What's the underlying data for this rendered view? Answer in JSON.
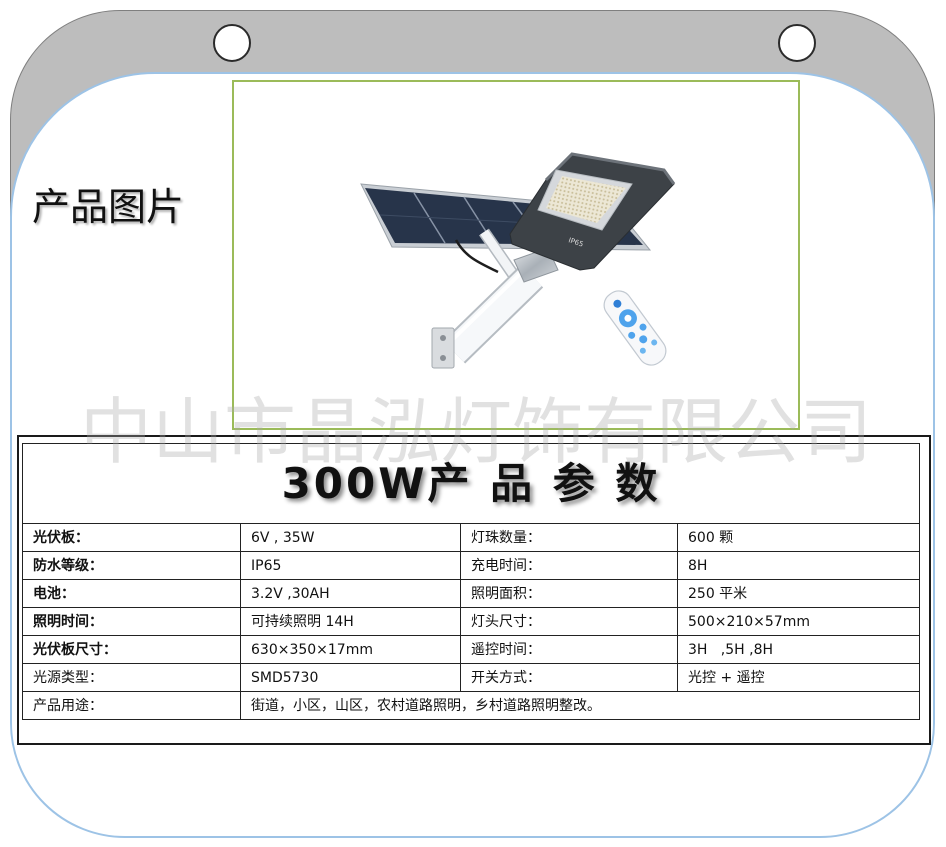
{
  "page": {
    "heading": "产品图片",
    "watermark": "中山市晶泓灯饰有限公司"
  },
  "product_image": {
    "lamp_label": "IP65"
  },
  "specs": {
    "title": "300W产 品 参 数",
    "rows": [
      {
        "label1": "光伏板：",
        "value1": "6V , 35W",
        "label2": "灯珠数量：",
        "value2": "600 颗"
      },
      {
        "label1": "防水等级：",
        "value1": "IP65",
        "label2": "充电时间：",
        "value2": "8H"
      },
      {
        "label1": "电池：",
        "value1": "3.2V ,30AH",
        "label2": "照明面积：",
        "value2": "250 平米"
      },
      {
        "label1": "照明时间：",
        "value1": "可持续照明 14H",
        "label2": "灯头尺寸：",
        "value2": "500×210×57mm"
      },
      {
        "label1": "光伏板尺寸：",
        "value1": "630×350×17mm",
        "label2": "遥控时间：",
        "value2": "3H   ,5H ,8H"
      },
      {
        "label1": "光源类型：",
        "value1": "SMD5730",
        "label2": "开关方式：",
        "value2": "光控 + 遥控"
      }
    ],
    "usage": {
      "label": "产品用途：",
      "value": "街道，小区，山区，农村道路照明，乡村道路照明整改。"
    }
  },
  "colors": {
    "frame_gray": "#bdbdbd",
    "frame_blue": "#9dc3e6",
    "photo_border": "#9bbb59",
    "table_border": "#1a1a1a"
  }
}
